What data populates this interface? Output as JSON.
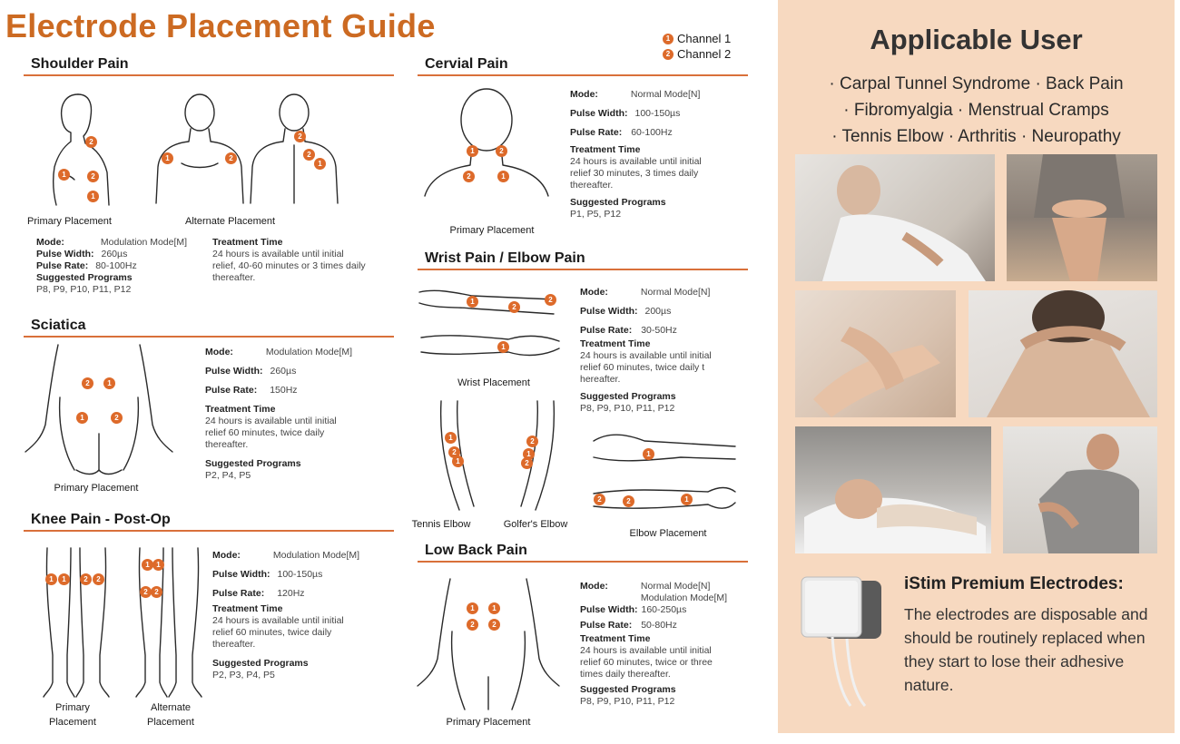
{
  "title": "Electrode Placement Guide",
  "legend": [
    {
      "num": "1",
      "label": "Channel 1"
    },
    {
      "num": "2",
      "label": "Channel 2"
    }
  ],
  "shoulder": {
    "title": "Shoulder Pain",
    "primary_caption": "Primary Placement",
    "alternate_caption": "Alternate Placement",
    "mode_k": "Mode:",
    "mode_v": "Modulation Mode[M]",
    "width_k": "Pulse Width:",
    "width_v": "260µs",
    "rate_k": "Pulse Rate:",
    "rate_v": "80-100Hz",
    "prog_k": "Suggested Programs",
    "prog_v": "P8, P9, P10, P11, P12",
    "time_k": "Treatment Time",
    "time_v": "24 hours is available until initial relief, 40-60 minutes or 3 times daily thereafter."
  },
  "sciatica": {
    "title": "Sciatica",
    "caption": "Primary Placement",
    "mode_k": "Mode:",
    "mode_v": "Modulation Mode[M]",
    "width_k": "Pulse Width:",
    "width_v": "260µs",
    "rate_k": "Pulse Rate:",
    "rate_v": "150Hz",
    "time_k": "Treatment Time",
    "time_v": "24 hours is available until initial relief 60 minutes, twice daily thereafter.",
    "prog_k": "Suggested Programs",
    "prog_v": "P2, P4, P5"
  },
  "knee": {
    "title": "Knee Pain - Post-Op",
    "primary_caption_1": "Primary",
    "primary_caption_2": "Placement",
    "alternate_caption_1": "Alternate",
    "alternate_caption_2": "Placement",
    "mode_k": "Mode:",
    "mode_v": "Modulation Mode[M]",
    "width_k": "Pulse Width:",
    "width_v": "100-150µs",
    "rate_k": "Pulse Rate:",
    "rate_v": "120Hz",
    "time_k": "Treatment Time",
    "time_v": "24 hours is available until initial relief 60 minutes, twice daily thereafter.",
    "prog_k": "Suggested Programs",
    "prog_v": "P2, P3, P4, P5"
  },
  "cervical": {
    "title": "Cervial Pain",
    "caption": "Primary Placement",
    "mode_k": "Mode:",
    "mode_v": "Normal Mode[N]",
    "width_k": "Pulse Width:",
    "width_v": "100-150µs",
    "rate_k": "Pulse Rate:",
    "rate_v": "60-100Hz",
    "time_k": "Treatment Time",
    "time_v": "24 hours is available until initial relief 30 minutes, 3 times daily thereafter.",
    "prog_k": "Suggested Programs",
    "prog_v": "P1, P5, P12"
  },
  "wrist": {
    "title": "Wrist Pain / Elbow Pain",
    "wrist_caption": "Wrist Placement",
    "tennis_caption": "Tennis Elbow",
    "golfer_caption": "Golfer's Elbow",
    "elbow_caption": "Elbow Placement",
    "mode_k": "Mode:",
    "mode_v": "Normal Mode[N]",
    "width_k": "Pulse Width:",
    "width_v": "200µs",
    "rate_k": "Pulse Rate:",
    "rate_v": "30-50Hz",
    "time_k": "Treatment Time",
    "time_v": "24 hours is available until initial relief 60 minutes, twice daily t hereafter.",
    "prog_k": "Suggested Programs",
    "prog_v": "P8, P9, P10, P11, P12"
  },
  "lowback": {
    "title": "Low Back Pain",
    "caption": "Primary Placement",
    "mode_k": "Mode:",
    "mode_v": "Normal Mode[N]",
    "mode_v2": "Modulation Mode[M]",
    "width_k": "Pulse Width:",
    "width_v": "160-250µs",
    "rate_k": "Pulse Rate:",
    "rate_v": "50-80Hz",
    "time_k": "Treatment Time",
    "time_v": "24 hours is available until initial relief 60 minutes, twice or three times daily thereafter.",
    "prog_k": "Suggested Programs",
    "prog_v": "P8, P9, P10, P11, P12"
  },
  "applicable": {
    "title": "Applicable User",
    "line1": "· Carpal Tunnel Syndrome  · Back Pain",
    "line2": "· Fibromyalgia  · Menstrual Cramps",
    "line3": "· Tennis Elbow · Arthritis · Neuropathy"
  },
  "electrodes": {
    "title": "iStim Premium Electrodes:",
    "body": "The electrodes are disposable and should be routinely replaced when they start to lose their adhesive nature."
  },
  "colors": {
    "accent": "#dd6a2a",
    "title": "#cc6a22",
    "panel": "#f7d9c0"
  }
}
